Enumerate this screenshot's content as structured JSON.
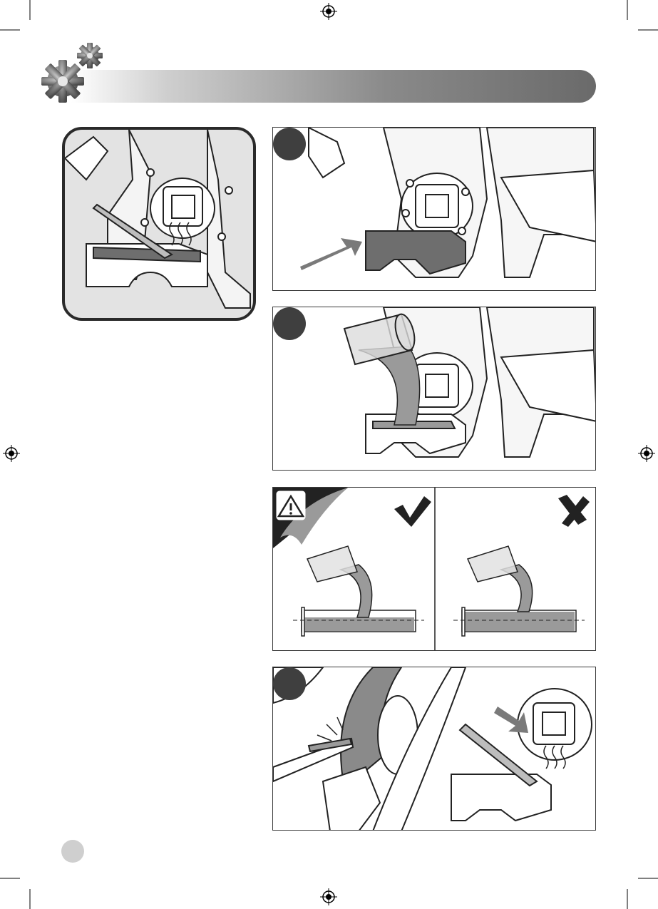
{
  "colors": {
    "header_dark": "#6a6a6a",
    "panel_border": "#3a3a3a",
    "badge": "#3f3f3f",
    "callout_bg": "#e3e3e3",
    "tray_dark": "#6e6e6e",
    "liquid": "#9a9a9a"
  },
  "icons": {
    "header": "gears-icon",
    "correct": "check-mark-icon",
    "wrong": "cross-mark-icon",
    "warning": "warning-triangle-icon",
    "registration": "registration-mark-icon"
  },
  "steps": [
    {
      "panel": "remove-tray",
      "badge": ""
    },
    {
      "panel": "fill-tray",
      "badge": ""
    },
    {
      "panel": "grind-and-cool",
      "badge": ""
    }
  ]
}
